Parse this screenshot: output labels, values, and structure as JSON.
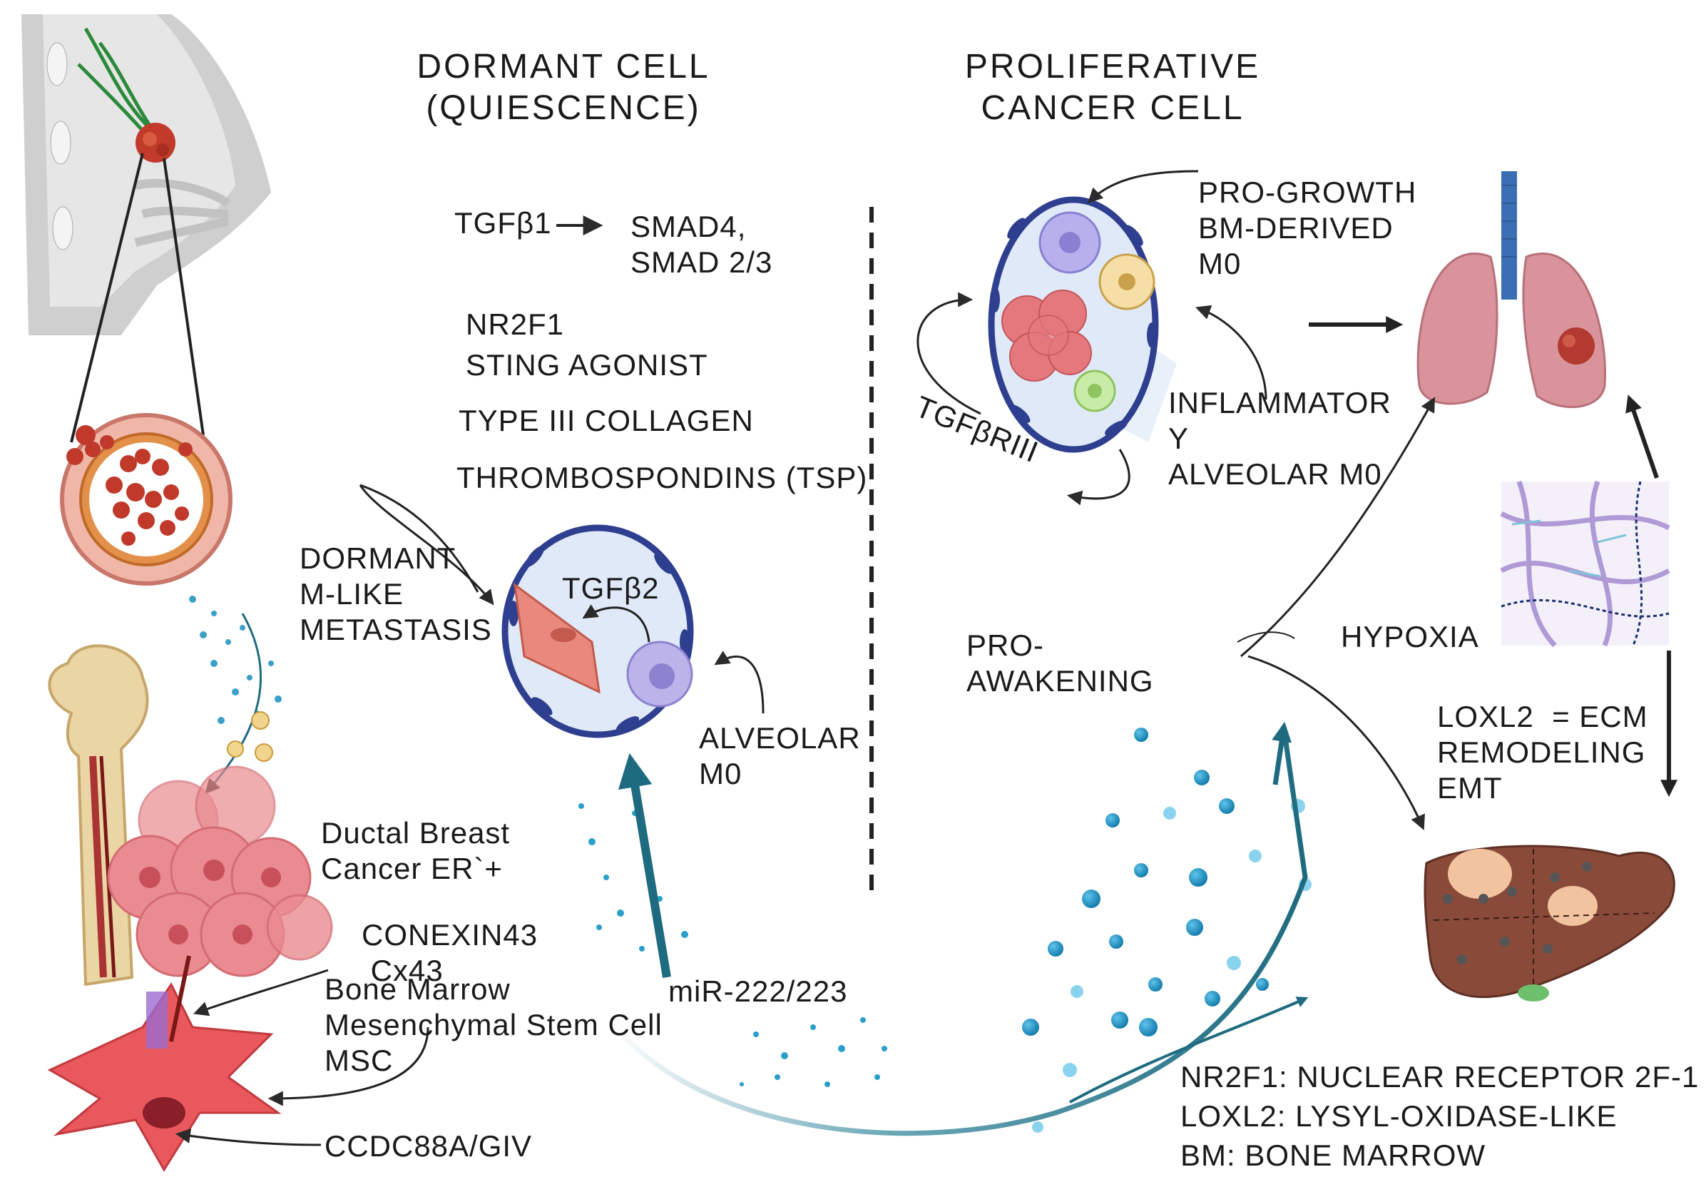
{
  "headers": {
    "dormant": "DORMANT CELL\n(QUIESCENCE)",
    "proliferative": "PROLIFERATIVE\nCANCER CELL"
  },
  "dormant_factors": {
    "tgfb1": "TGFβ1",
    "smad": "SMAD4,\nSMAD 2/3",
    "nr2f1": "NR2F1",
    "sting": "STING AGONIST",
    "collagen": "TYPE III COLLAGEN",
    "tsp": "THROMBOSPONDINS (TSP)"
  },
  "dormant_niche": {
    "metastasis": "DORMANT\nM-LIKE\nMETASTASIS",
    "tgfb2": "TGFβ2",
    "alveolar": "ALVEOLAR\nM0"
  },
  "proliferative_niche": {
    "pro_growth": "PRO-GROWTH\nBM-DERIVED\nM0",
    "inflammatory": "INFLAMMATOR\nY\nALVEOLAR M0",
    "tgfbr3": "TGFβRIII"
  },
  "pathway": {
    "pro_awakening": "PRO-\nAWAKENING",
    "hypoxia": "HYPOXIA",
    "loxl2": "LOXL2  = ECM\nREMODELING\nEMT"
  },
  "bone": {
    "ductal": "Ductal Breast\nCancer ER`+",
    "conexin": "CONEXIN43\n Cx43",
    "msc": "Bone Marrow\nMesenchymal Stem Cell\nMSC",
    "mirna": "miR-222/223",
    "ccdc": "CCDC88A/GIV"
  },
  "glossary": {
    "line1": "NR2F1: NUCLEAR RECEPTOR 2F-1",
    "line2": "LOXL2: LYSYL-OXIDASE-LIKE",
    "line3": "BM: BONE MARROW"
  },
  "colors": {
    "arrow": "#2b2b2b",
    "teal_arrow": "#1e6b80",
    "vessel_wall": "#2f3f8f",
    "cancer": "#e8858b",
    "lung": "#d9949b",
    "liver": "#8a4a3a",
    "dots": "#1a8fc0"
  }
}
